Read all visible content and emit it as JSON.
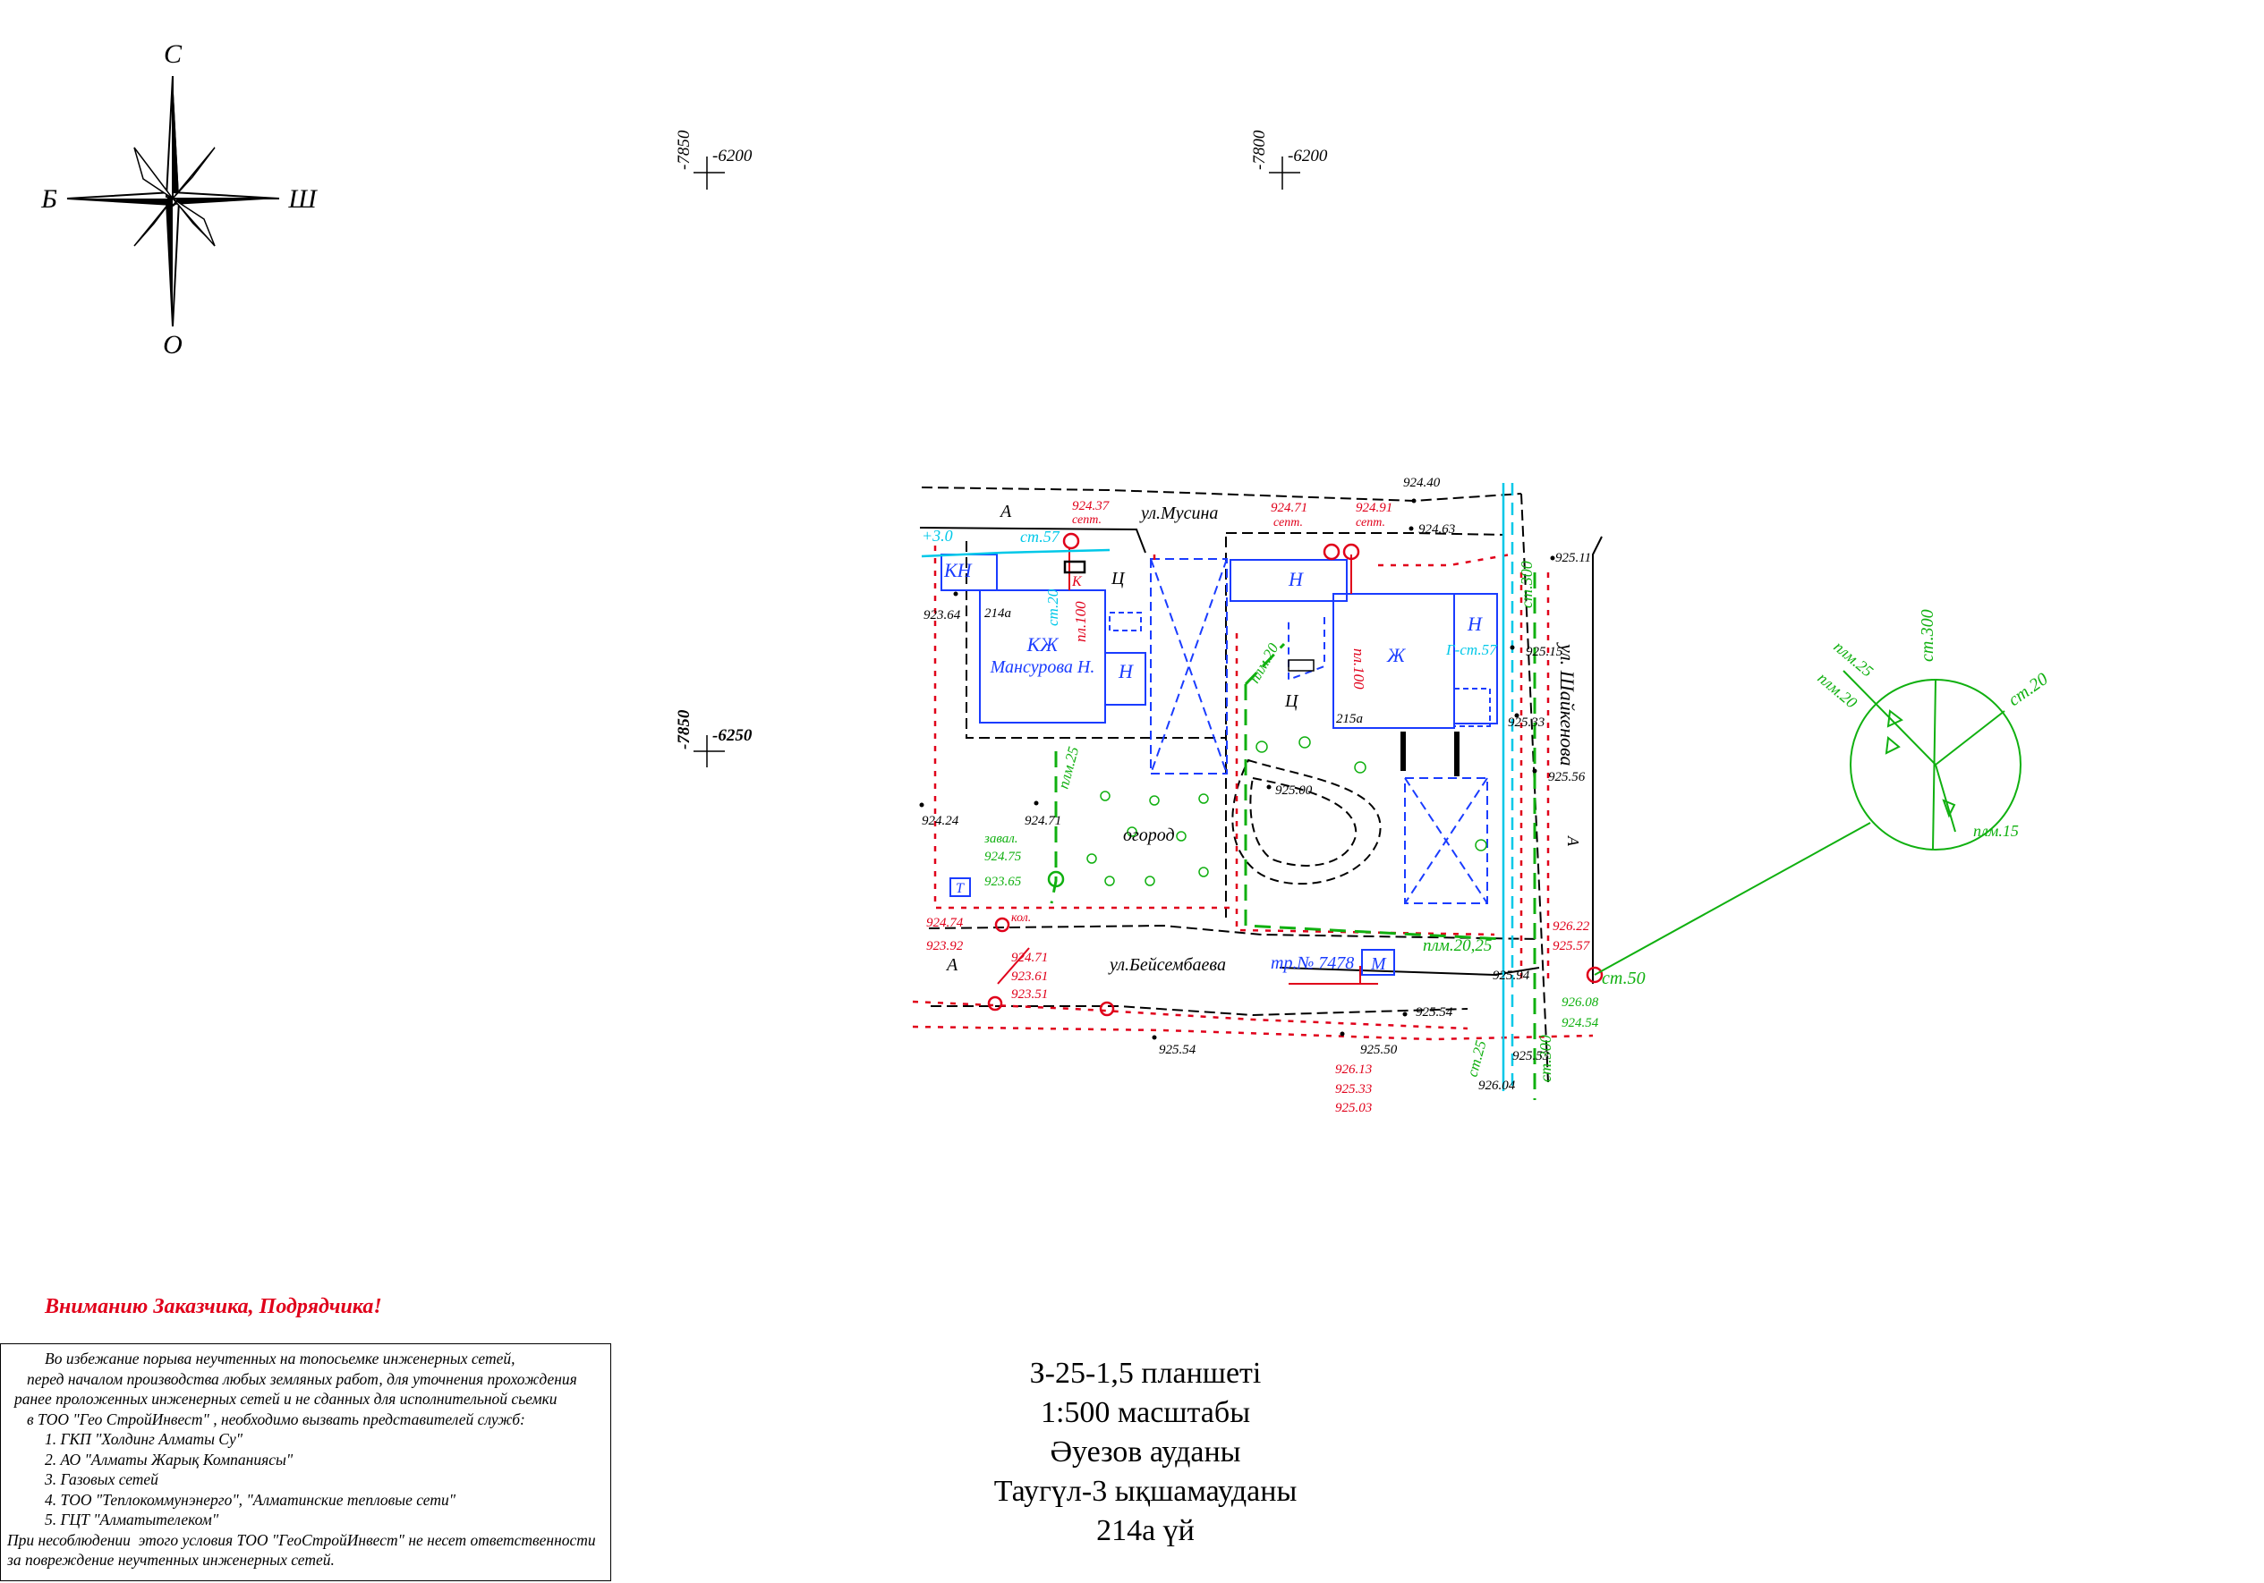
{
  "compass": {
    "north": "С",
    "south": "О",
    "west": "Б",
    "east": "Ш"
  },
  "grid_marks": [
    {
      "x_label": "-7850",
      "y_label": "-6200"
    },
    {
      "x_label": "-7800",
      "y_label": "-6200"
    },
    {
      "x_label": "-7850",
      "y_label": "-6250"
    }
  ],
  "streets": {
    "musina": "ул.Мусина",
    "beisembaeva": "ул.Бейсембаева",
    "shaikenova": "ул. Шайкенова"
  },
  "buildings": {
    "kn": "КН",
    "kzh": "КЖ",
    "owner": "Мансурова Н.",
    "n": "Н",
    "zh": "Ж",
    "ts": "Ц",
    "t": "Т",
    "m": "М",
    "lot_214a": "214а",
    "lot_215a": "215а",
    "garden": "огород",
    "zone_a": "А"
  },
  "utilities": {
    "st57": "ст.57",
    "st20": "ст.20",
    "st300": "ст.300",
    "st25": "ст.25",
    "st50": "ст.50",
    "pl100": "пл.100",
    "plm25": "плм.25",
    "plm20": "плм.20",
    "plm2025": "плм.20,25",
    "plm15": "плм.15",
    "sept": "септ.",
    "zaval": "завал.",
    "kol": "кол.",
    "plus30": "+3.0",
    "tr": "тр.№ 7478",
    "g_st": "Г-ст.57",
    "k": "К"
  },
  "elevations": [
    "924.37",
    "924.71",
    "924.91",
    "924.40",
    "924.63",
    "925.11",
    "923.64",
    "924.24",
    "924.71",
    "924.75",
    "923.65",
    "924.74",
    "923.92",
    "924.71",
    "923.61",
    "923.51",
    "925.00",
    "925.15",
    "925.33",
    "925.56",
    "926.22",
    "925.57",
    "925.94",
    "926.08",
    "924.54",
    "925.54",
    "925.54",
    "925.50",
    "926.13",
    "925.33",
    "925.03",
    "926.04",
    "925.53"
  ],
  "notice": {
    "title": "Вниманию Заказчика, Подрядчика!",
    "lines": [
      "Во избежание порыва неучтенных на топосьемке инженерных сетей,",
      "перед началом производства любых земляных работ, для уточнения прохождения",
      "ранее проложенных инженерных сетей и не сданных для исполнительной сьемки",
      "в ТОО \"Гео СтройИнвест\" , необходимо вызвать представителей служб:",
      "1. ГКП \"Холдинг Алматы Су\"",
      "2. АО \"Алматы Жарық Компаниясы\"",
      "3. Газовых сетей",
      "4. ТОО \"Теплокоммунэнерго\", \"Алматинские тепловые сети\"",
      "5. ГЦТ \"Алматытелеком\"",
      "При несоблюдении  этого условия ТОО \"ГеоСтройИнвест\" не несет ответственности",
      "за повреждение неучтенных инженерных сетей."
    ]
  },
  "title_block": {
    "line1": "З-25-1,5  планшеті",
    "line2": "1:500 масштабы",
    "line3": "Әуезов  ауданы",
    "line4": "Таугүл-3  ықшамауданы",
    "line5": "214а үй"
  },
  "colors": {
    "red": "#e0001a",
    "blue": "#1a3cff",
    "cyan": "#00c8e8",
    "green": "#10b010",
    "black": "#000000"
  }
}
